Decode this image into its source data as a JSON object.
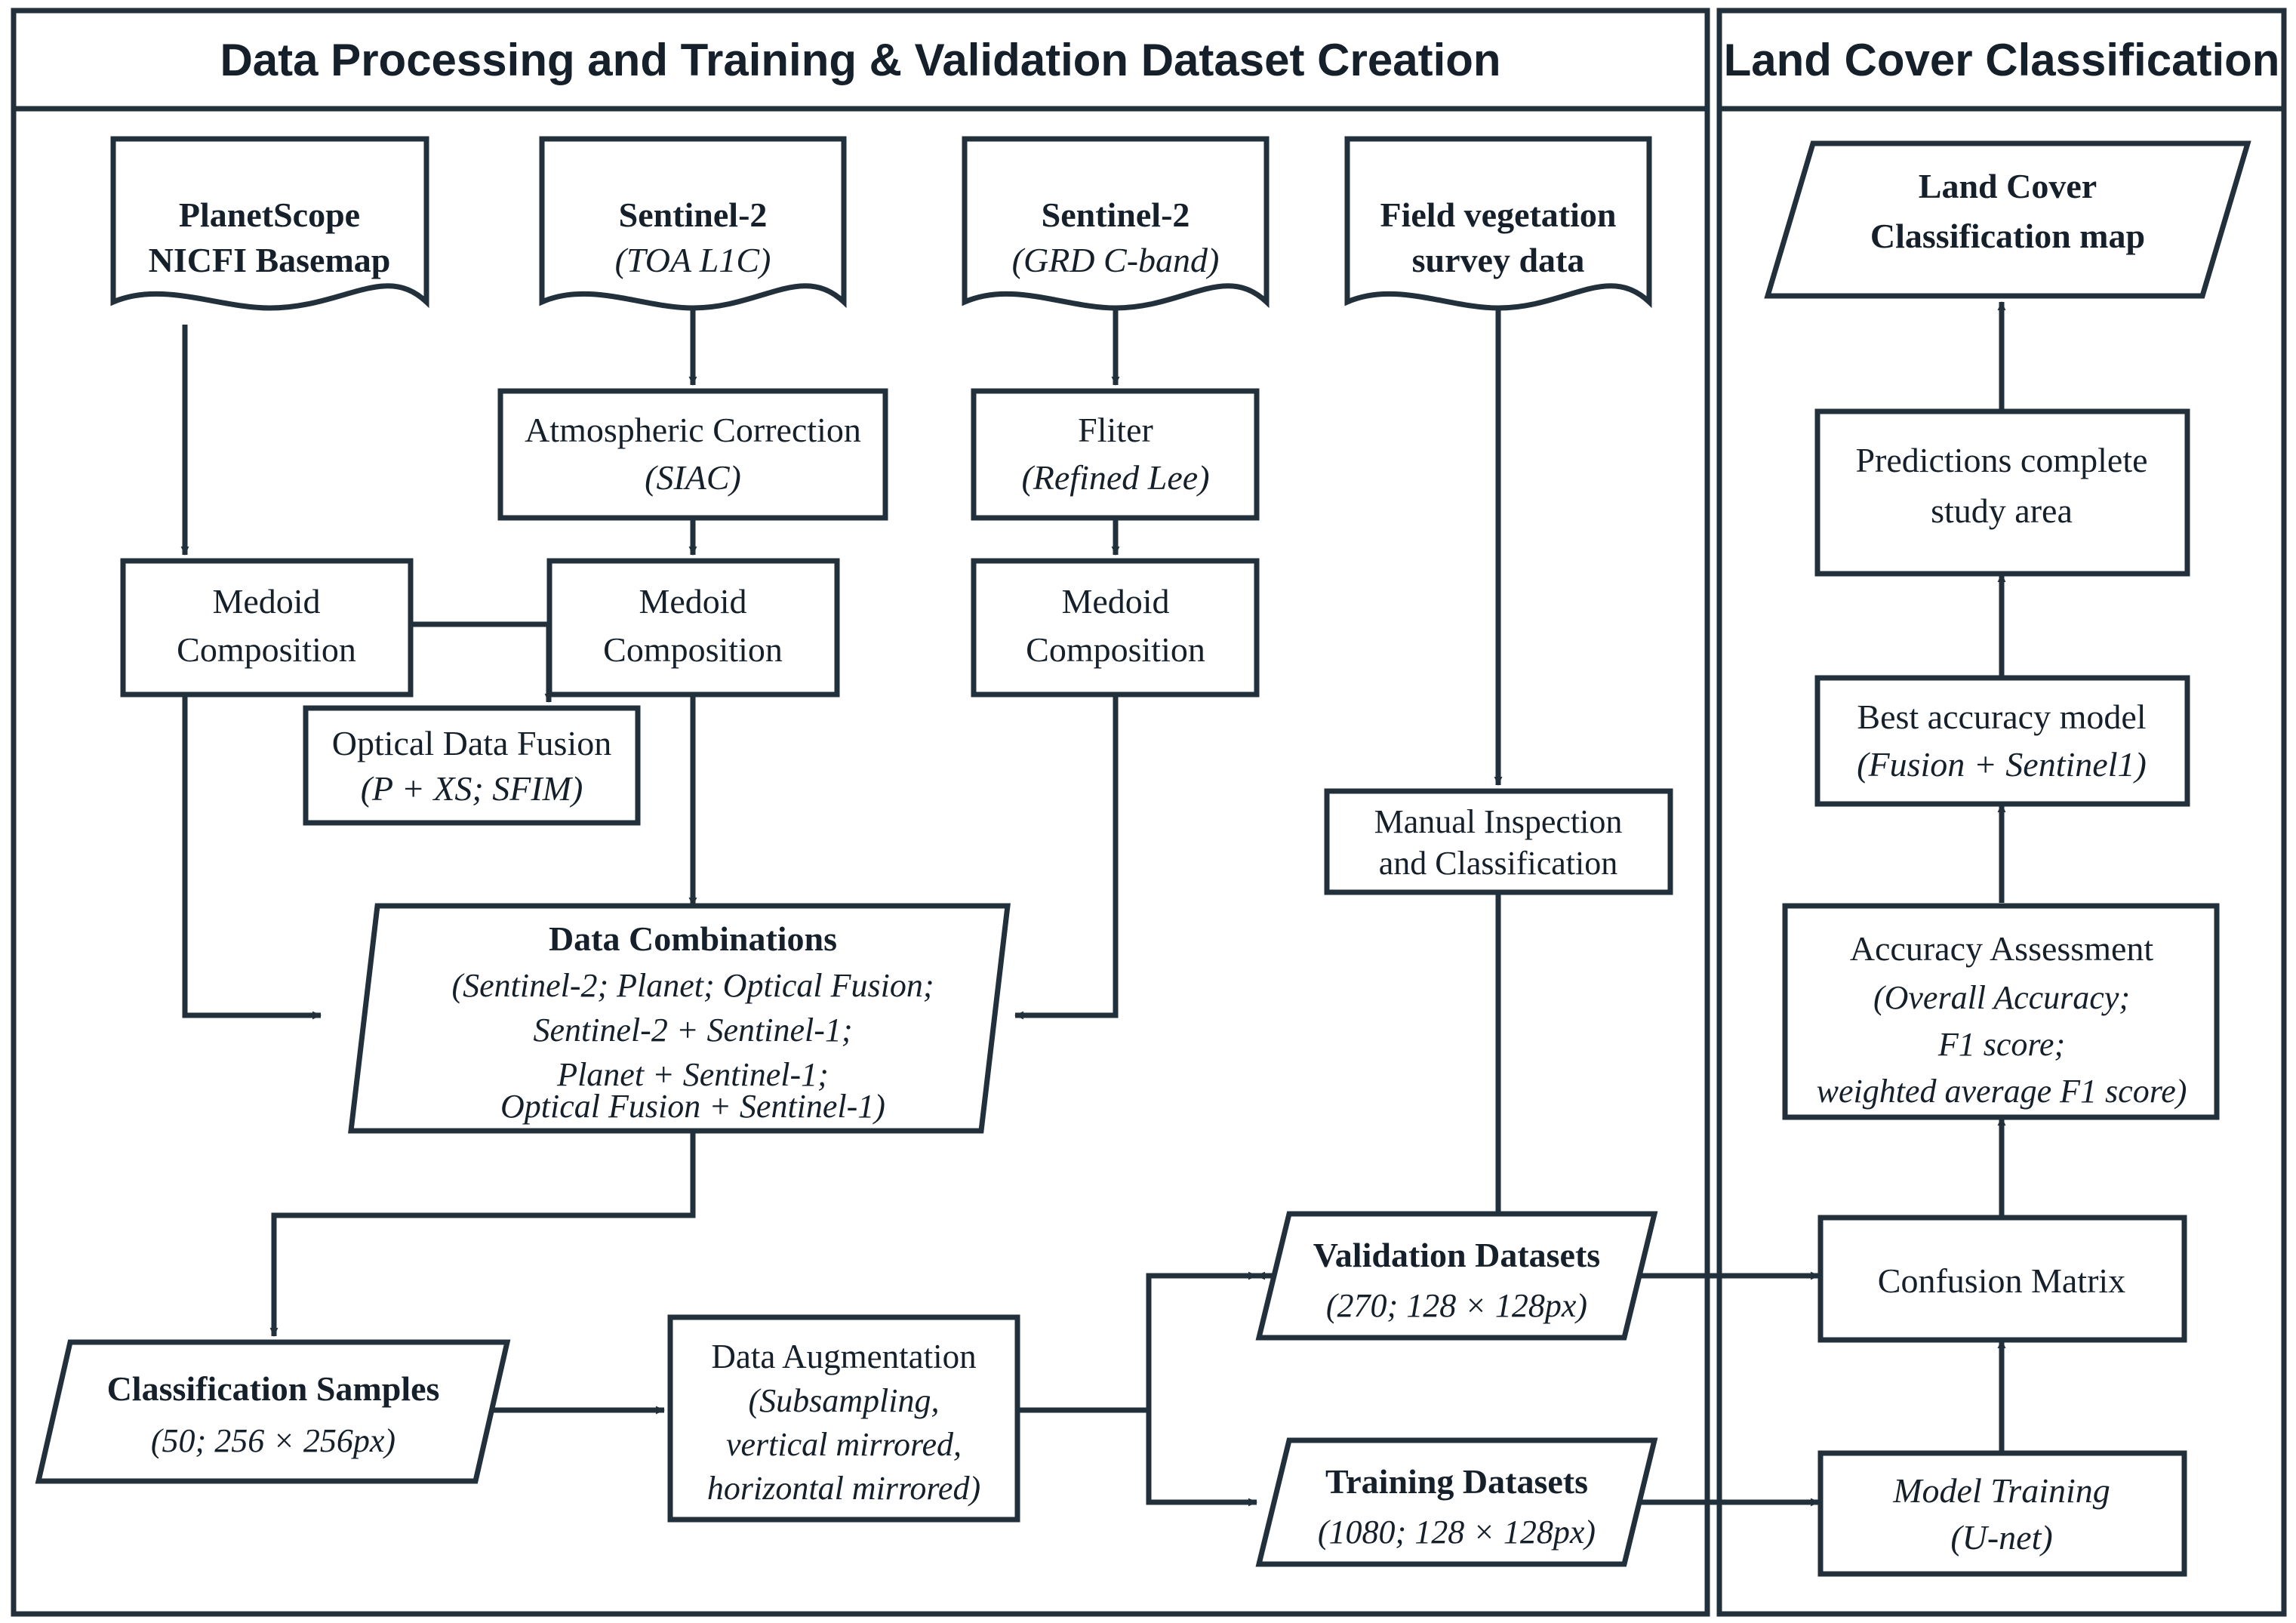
{
  "figure": {
    "type": "flowchart",
    "stroke_color": "#22303c",
    "background": "#ffffff",
    "panels": [
      {
        "id": "left",
        "title": "Data Processing and Training & Validation Dataset Creation"
      },
      {
        "id": "right",
        "title": "Land Cover Classification"
      }
    ]
  },
  "nodes": {
    "planetscope": {
      "shape": "document",
      "line1": "PlanetScope",
      "line2": "NICFI Basemap",
      "style1": "bold",
      "style2": "bold"
    },
    "sentinel2_toa": {
      "shape": "document",
      "line1": "Sentinel-2",
      "line2": "(TOA L1C)",
      "style1": "bold",
      "style2": "italic"
    },
    "sentinel2_grd": {
      "shape": "document",
      "line1": "Sentinel-2",
      "line2": "(GRD C-band)",
      "style1": "bold",
      "style2": "italic"
    },
    "field_survey": {
      "shape": "document",
      "line1": "Field vegetation",
      "line2": "survey data",
      "style1": "bold",
      "style2": "bold"
    },
    "atmos_corr": {
      "shape": "process",
      "line1": "Atmospheric Correction",
      "line2": "(SIAC)",
      "style1": "normal",
      "style2": "italic"
    },
    "filter_lee": {
      "shape": "process",
      "line1": "Fliter",
      "line2": "(Refined Lee)",
      "style1": "normal",
      "style2": "italic"
    },
    "medoid_ps": {
      "shape": "process",
      "line1": "Medoid",
      "line2": "Composition",
      "style1": "normal",
      "style2": "normal"
    },
    "medoid_s2": {
      "shape": "process",
      "line1": "Medoid",
      "line2": "Composition",
      "style1": "normal",
      "style2": "normal"
    },
    "medoid_s1": {
      "shape": "process",
      "line1": "Medoid",
      "line2": "Composition",
      "style1": "normal",
      "style2": "normal"
    },
    "optical_fusion": {
      "shape": "process",
      "line1": "Optical Data Fusion",
      "line2": "(P + XS; SFIM)",
      "style1": "normal",
      "style2": "italic"
    },
    "manual_inspection": {
      "shape": "process",
      "line1": "Manual Inspection",
      "line2": "and Classification",
      "style1": "normal",
      "style2": "normal"
    },
    "data_combinations": {
      "shape": "parallelogram-right",
      "title": "Data Combinations",
      "lines": [
        "(Sentinel-2; Planet; Optical Fusion;",
        "Sentinel-2 + Sentinel-1;",
        "Planet + Sentinel-1;",
        "Optical Fusion + Sentinel-1)"
      ]
    },
    "classification_samples": {
      "shape": "parallelogram-right",
      "title": "Classification Samples",
      "lines": [
        "(50; 256 × 256px)"
      ]
    },
    "data_augmentation": {
      "shape": "process",
      "line1": "Data Augmentation",
      "lines_italic": [
        "(Subsampling,",
        "vertical mirrored,",
        "horizontal mirrored)"
      ]
    },
    "validation_datasets": {
      "shape": "parallelogram-right",
      "title": "Validation Datasets",
      "lines": [
        "(270; 128 × 128px)"
      ]
    },
    "training_datasets": {
      "shape": "parallelogram-right",
      "title": "Training  Datasets",
      "lines": [
        "(1080; 128 × 128px)"
      ]
    },
    "land_cover_map": {
      "shape": "parallelogram-left",
      "line1": "Land Cover",
      "line2": "Classification map",
      "style1": "bold",
      "style2": "bold"
    },
    "predictions": {
      "shape": "process",
      "line1": "Predictions complete",
      "line2": "study area",
      "style1": "normal",
      "style2": "normal"
    },
    "best_model": {
      "shape": "process",
      "line1": "Best accuracy model",
      "line2": "(Fusion + Sentinel1)",
      "style1": "normal",
      "style2": "italic"
    },
    "accuracy_assessment": {
      "shape": "process",
      "line1": "Accuracy Assessment",
      "lines_italic": [
        "(Overall Accuracy;",
        "F1 score;",
        "weighted average F1 score)"
      ]
    },
    "confusion_matrix": {
      "shape": "process",
      "line1": "Confusion Matrix",
      "line2": "",
      "style1": "normal",
      "style2": "normal"
    },
    "model_training": {
      "shape": "process",
      "line1": "Model Training",
      "line2": "(U-net)",
      "style1": "italic",
      "style2": "italic"
    }
  },
  "edges": [
    {
      "from": "planetscope",
      "to": "medoid_ps",
      "arrow": true
    },
    {
      "from": "sentinel2_toa",
      "to": "atmos_corr",
      "arrow": true
    },
    {
      "from": "sentinel2_grd",
      "to": "filter_lee",
      "arrow": true
    },
    {
      "from": "atmos_corr",
      "to": "medoid_s2",
      "arrow": true
    },
    {
      "from": "filter_lee",
      "to": "medoid_s1",
      "arrow": true
    },
    {
      "from": "medoid_ps",
      "to": "optical_fusion",
      "arrow": true
    },
    {
      "from": "medoid_s2",
      "to": "optical_fusion",
      "arrow": true
    },
    {
      "from": "medoid_ps",
      "to": "data_combinations",
      "arrow": true
    },
    {
      "from": "medoid_s2",
      "to": "data_combinations",
      "arrow": true
    },
    {
      "from": "optical_fusion",
      "to": "data_combinations",
      "arrow": true
    },
    {
      "from": "medoid_s1",
      "to": "data_combinations",
      "arrow": true
    },
    {
      "from": "field_survey",
      "to": "manual_inspection",
      "arrow": true
    },
    {
      "from": "manual_inspection",
      "to": "validation_datasets",
      "arrow": true
    },
    {
      "from": "data_combinations",
      "to": "classification_samples",
      "arrow": true
    },
    {
      "from": "classification_samples",
      "to": "data_augmentation",
      "arrow": true
    },
    {
      "from": "data_augmentation",
      "to": "validation_datasets",
      "arrow": true
    },
    {
      "from": "data_augmentation",
      "to": "training_datasets",
      "arrow": true
    },
    {
      "from": "validation_datasets",
      "to": "confusion_matrix",
      "arrow": true
    },
    {
      "from": "training_datasets",
      "to": "model_training",
      "arrow": true
    },
    {
      "from": "model_training",
      "to": "confusion_matrix",
      "arrow": true
    },
    {
      "from": "confusion_matrix",
      "to": "accuracy_assessment",
      "arrow": true
    },
    {
      "from": "accuracy_assessment",
      "to": "best_model",
      "arrow": true
    },
    {
      "from": "best_model",
      "to": "predictions",
      "arrow": true
    },
    {
      "from": "predictions",
      "to": "land_cover_map",
      "arrow": true
    }
  ]
}
